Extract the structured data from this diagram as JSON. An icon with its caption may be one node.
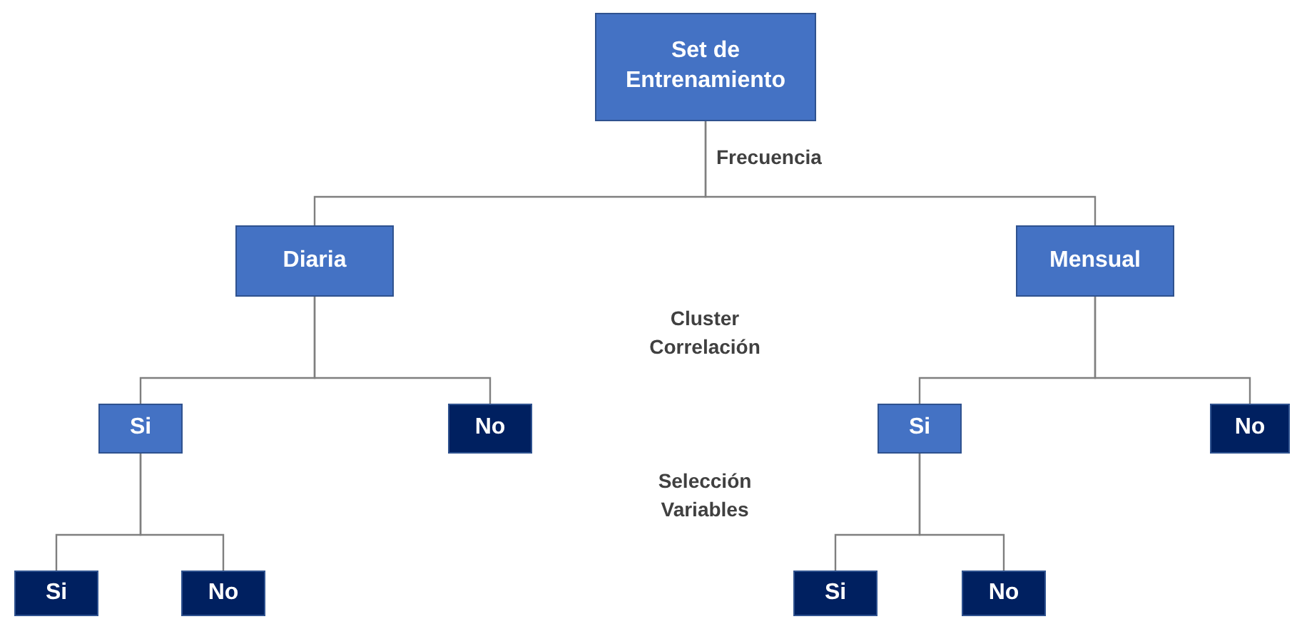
{
  "diagram": {
    "nodes": [
      {
        "text": [
          "Set de Entrenamiento"
        ]
      },
      {
        "text": [
          "Diaria"
        ]
      },
      {
        "text": [
          "Mensual"
        ]
      },
      {
        "text": [
          "Si"
        ]
      },
      {
        "text": [
          "No"
        ]
      },
      {
        "text": [
          "Si"
        ]
      },
      {
        "text": [
          "No"
        ]
      },
      {
        "text": [
          "Si"
        ]
      },
      {
        "text": [
          "No"
        ]
      },
      {
        "text": [
          "Si"
        ]
      },
      {
        "text": [
          "No"
        ]
      }
    ],
    "edges": [
      {
        "from": 0,
        "to": 1,
        "arrow": "none"
      },
      {
        "from": 0,
        "to": 2,
        "arrow": "none"
      },
      {
        "from": 1,
        "to": 3,
        "arrow": "none"
      },
      {
        "from": 1,
        "to": 4,
        "arrow": "none"
      },
      {
        "from": 2,
        "to": 5,
        "arrow": "none"
      },
      {
        "from": 2,
        "to": 6,
        "arrow": "none"
      },
      {
        "from": 3,
        "to": 7,
        "arrow": "none"
      },
      {
        "from": 3,
        "to": 8,
        "arrow": "none"
      },
      {
        "from": 5,
        "to": 9,
        "arrow": "none"
      },
      {
        "from": 5,
        "to": 10,
        "arrow": "none"
      }
    ],
    "labels": [
      "Frecuencia",
      "Cluster Correlación",
      "Selección Variables"
    ]
  }
}
